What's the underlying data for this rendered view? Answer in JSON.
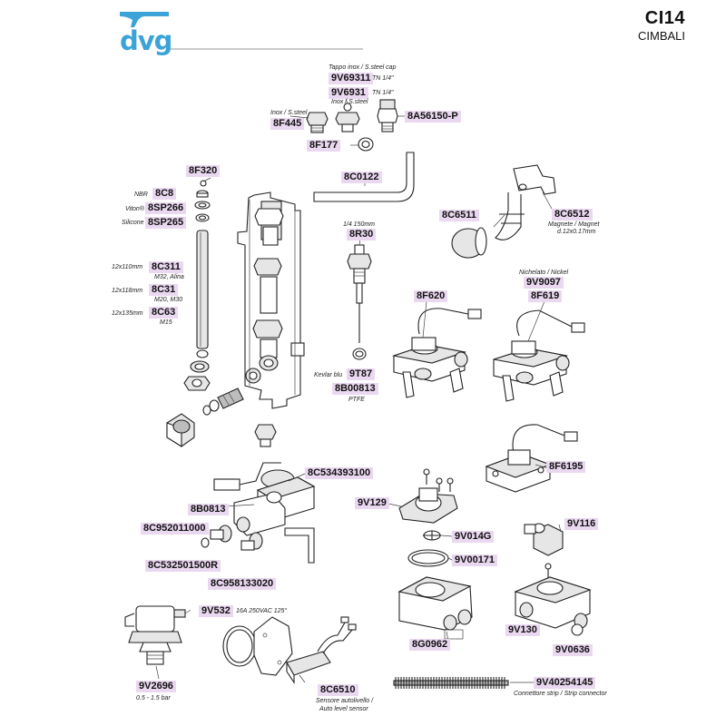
{
  "header": {
    "title": "CI14",
    "subtitle": "CIMBALI",
    "brand": "dvg",
    "brand_color": "#3ba3d8",
    "label_bg": "#ead8f0"
  },
  "parts": [
    {
      "id": "9V69311",
      "cap_above": "Tappo inox / S.steel cap",
      "cap_right": "TN 1/4\""
    },
    {
      "id": "9V6931",
      "cap_right": "TN 1/4\"",
      "cap_below": "Inox / S.steel"
    },
    {
      "id": "8F445",
      "cap_above": "Inox / S.steel"
    },
    {
      "id": "8A56150-P"
    },
    {
      "id": "8F177"
    },
    {
      "id": "8C0122"
    },
    {
      "id": "8F320"
    },
    {
      "id": "8C8",
      "cap_left": "NBR"
    },
    {
      "id": "8SP266",
      "cap_left": "Viton®"
    },
    {
      "id": "8SP265",
      "cap_left": "Silicone"
    },
    {
      "id": "8C311",
      "cap_left": "12x110mm",
      "cap_below": "M32, Alina"
    },
    {
      "id": "8C31",
      "cap_left": "12x118mm",
      "cap_below": "M20, M30"
    },
    {
      "id": "8C63",
      "cap_left": "12x135mm",
      "cap_below": "M15"
    },
    {
      "id": "8R30",
      "cap_above": "1/4 150mm"
    },
    {
      "id": "9T87",
      "cap_left": "Kevlar blu"
    },
    {
      "id": "8B00813",
      "cap_below": "PTFE"
    },
    {
      "id": "8C6511"
    },
    {
      "id": "8C6512",
      "cap_below": "Magnete / Magnet",
      "cap_below2": "d.12x0.17mm"
    },
    {
      "id": "8F620"
    },
    {
      "id": "9V9097",
      "cap_above": "Nichelato / Nickel"
    },
    {
      "id": "8F619"
    },
    {
      "id": "8F6195"
    },
    {
      "id": "8C534393100"
    },
    {
      "id": "8B0813"
    },
    {
      "id": "8C952011000"
    },
    {
      "id": "8C532501500R"
    },
    {
      "id": "8C958133020"
    },
    {
      "id": "9V129"
    },
    {
      "id": "9V014G"
    },
    {
      "id": "9V00171"
    },
    {
      "id": "9V116"
    },
    {
      "id": "8G0962"
    },
    {
      "id": "9V130"
    },
    {
      "id": "9V0636"
    },
    {
      "id": "9V532",
      "cap_right": "16A 250VAC 125°"
    },
    {
      "id": "9V2696",
      "cap_below": "0.5 - 1.5 bar"
    },
    {
      "id": "8C6510",
      "cap_below": "Sensore autolivello /",
      "cap_below2": "Auto level sensor"
    },
    {
      "id": "9V40254145",
      "cap_below": "Connettore strip / Strip connector"
    }
  ]
}
